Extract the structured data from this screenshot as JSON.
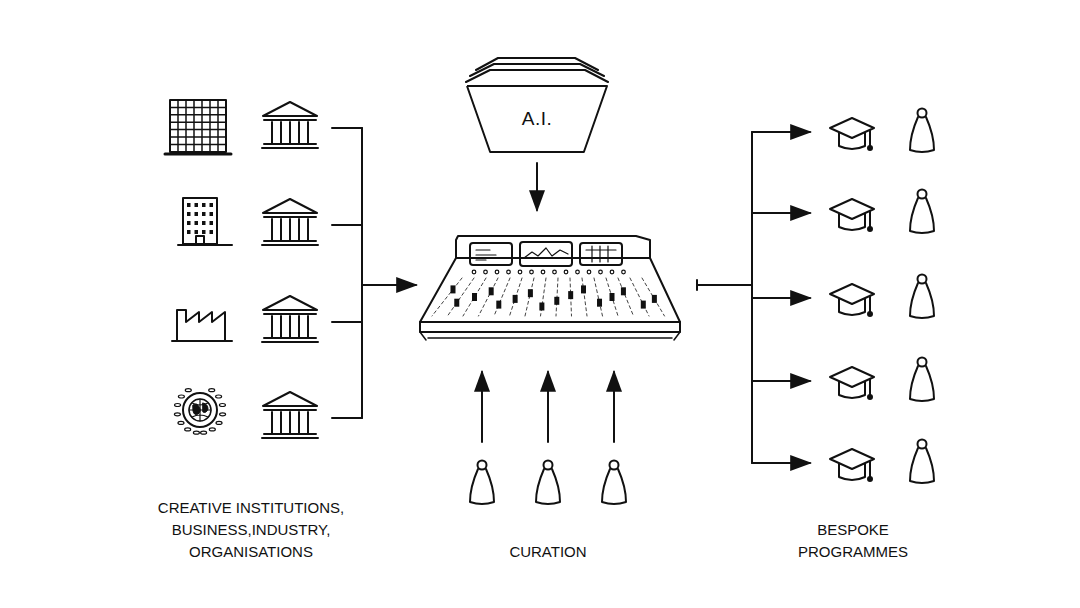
{
  "diagram": {
    "nodes": [
      {
        "text": [
          "A.I."
        ]
      }
    ],
    "labels": [
      "CREATIVE INSTITUTIONS, BUSINESS,INDUSTRY, ORGANISATIONS",
      "CURATION",
      "BESPOKE PROGRAMMES"
    ]
  }
}
